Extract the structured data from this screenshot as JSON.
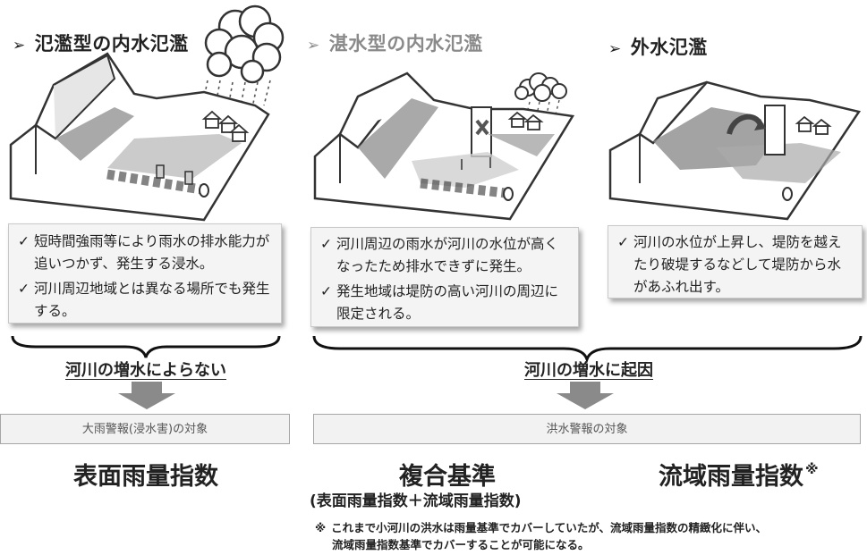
{
  "panels": [
    {
      "title": "氾濫型の内水氾濫",
      "bullets": [
        "短時間強雨等により雨水の排水能力が追いつかず、発生する浸水。",
        "河川周辺地域とは異なる場所でも発生する。"
      ]
    },
    {
      "title": "湛水型の内水氾濫",
      "bullets": [
        "河川周辺の雨水が河川の水位が高くなったため排水できずに発生。",
        "発生地域は堤防の高い河川の周辺に限定される。"
      ]
    },
    {
      "title": "外水氾濫",
      "bullets": [
        "河川の水位が上昇し、堤防を越えたり破堤するなどして堤防から水があふれ出す。"
      ]
    }
  ],
  "arrow_glyph": "➢",
  "check_glyph": "✓",
  "group_left": {
    "label": "河川の増水によらない",
    "warning": "大雨警報(浸水害)の対象",
    "index": "表面雨量指数"
  },
  "group_right": {
    "label": "河川の増水に起因",
    "warning": "洪水警報の対象",
    "index_composite": "複合基準",
    "index_composite_sub": "(表面雨量指数＋流域雨量指数)",
    "index_basin": "流域雨量指数",
    "index_basin_mark": "※"
  },
  "footnote": {
    "mark": "※",
    "line1": "これまで小河川の洪水は雨量基準でカバーしていたが、流域雨量指数の精緻化に伴い、",
    "line2": "流域雨量指数基準でカバーすることが可能になる。"
  },
  "colors": {
    "title_dark": "#222222",
    "title_grey": "#8a8a8a",
    "water": "#8c8c8c",
    "arrow": "#8a8a8a"
  }
}
